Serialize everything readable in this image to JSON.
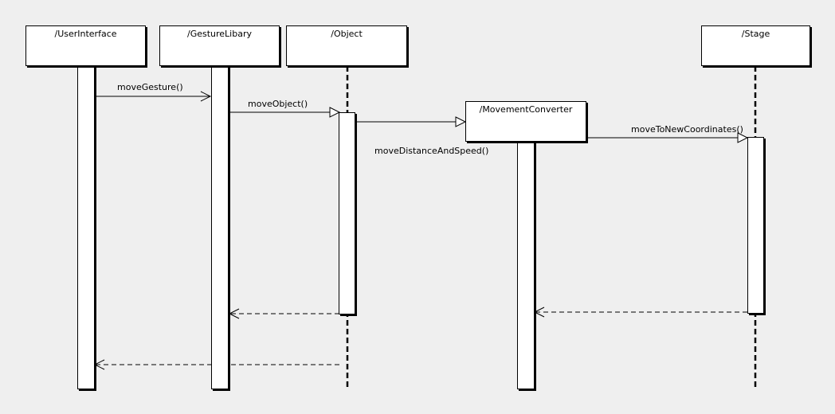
{
  "lifelines": {
    "user_interface": "/UserInterface",
    "gesture_library": "/GestureLibary",
    "object": "/Object",
    "movement_converter": "/MovementConverter",
    "stage": "/Stage"
  },
  "messages": {
    "move_gesture": "moveGesture()",
    "move_object": "moveObject()",
    "move_distance_and_speed": "moveDistanceAndSpeed()",
    "move_to_new_coordinates": "moveToNewCoordinates()"
  }
}
